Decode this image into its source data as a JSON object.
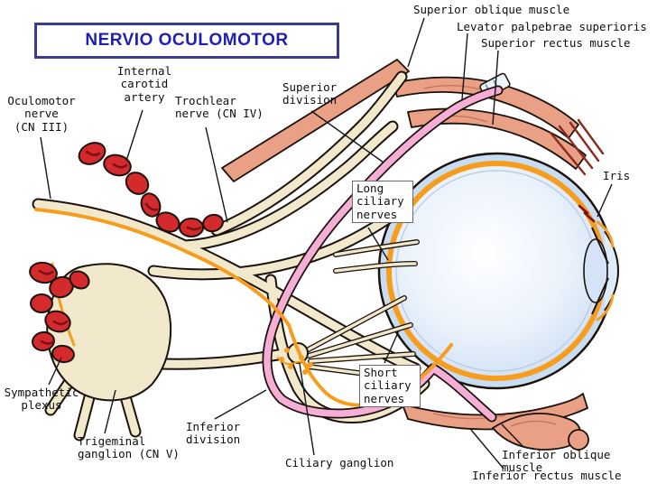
{
  "title": "NERVIO OCULOMOTOR",
  "labels": {
    "superior_oblique_muscle": "Superior oblique muscle",
    "levator_palpebrae": "Levator palpebrae superioris",
    "superior_rectus": "Superior rectus muscle",
    "internal_carotid": "Internal\ncarotid\nartery",
    "oculomotor_nerve": "Oculomotor\nnerve\n(CN III)",
    "trochlear_nerve": "Trochlear\nnerve (CN IV)",
    "superior_division": "Superior\ndivision",
    "long_ciliary": "Long\nciliary\nnerves",
    "iris": "Iris",
    "sympathetic_plexus": "Sympathetic\nplexus",
    "trigeminal_ganglion": "Trigeminal\nganglion (CN V)",
    "inferior_division": "Inferior\ndivision",
    "ciliary_ganglion": "Ciliary ganglion",
    "short_ciliary": "Short\nciliary\nnerves",
    "inferior_oblique": "Inferior oblique muscle",
    "inferior_rectus": "Inferior rectus muscle"
  },
  "colors": {
    "muscle": "#e9a085",
    "nerve": "#f2e9cd",
    "artery": "#d42a2e",
    "sympathetic": "#f79d1e",
    "parasympathetic_pink": "#f7aed6",
    "eye": "#c8dcf2",
    "title_text": "#1f1fb4",
    "title_border": "#3b3b8f"
  }
}
